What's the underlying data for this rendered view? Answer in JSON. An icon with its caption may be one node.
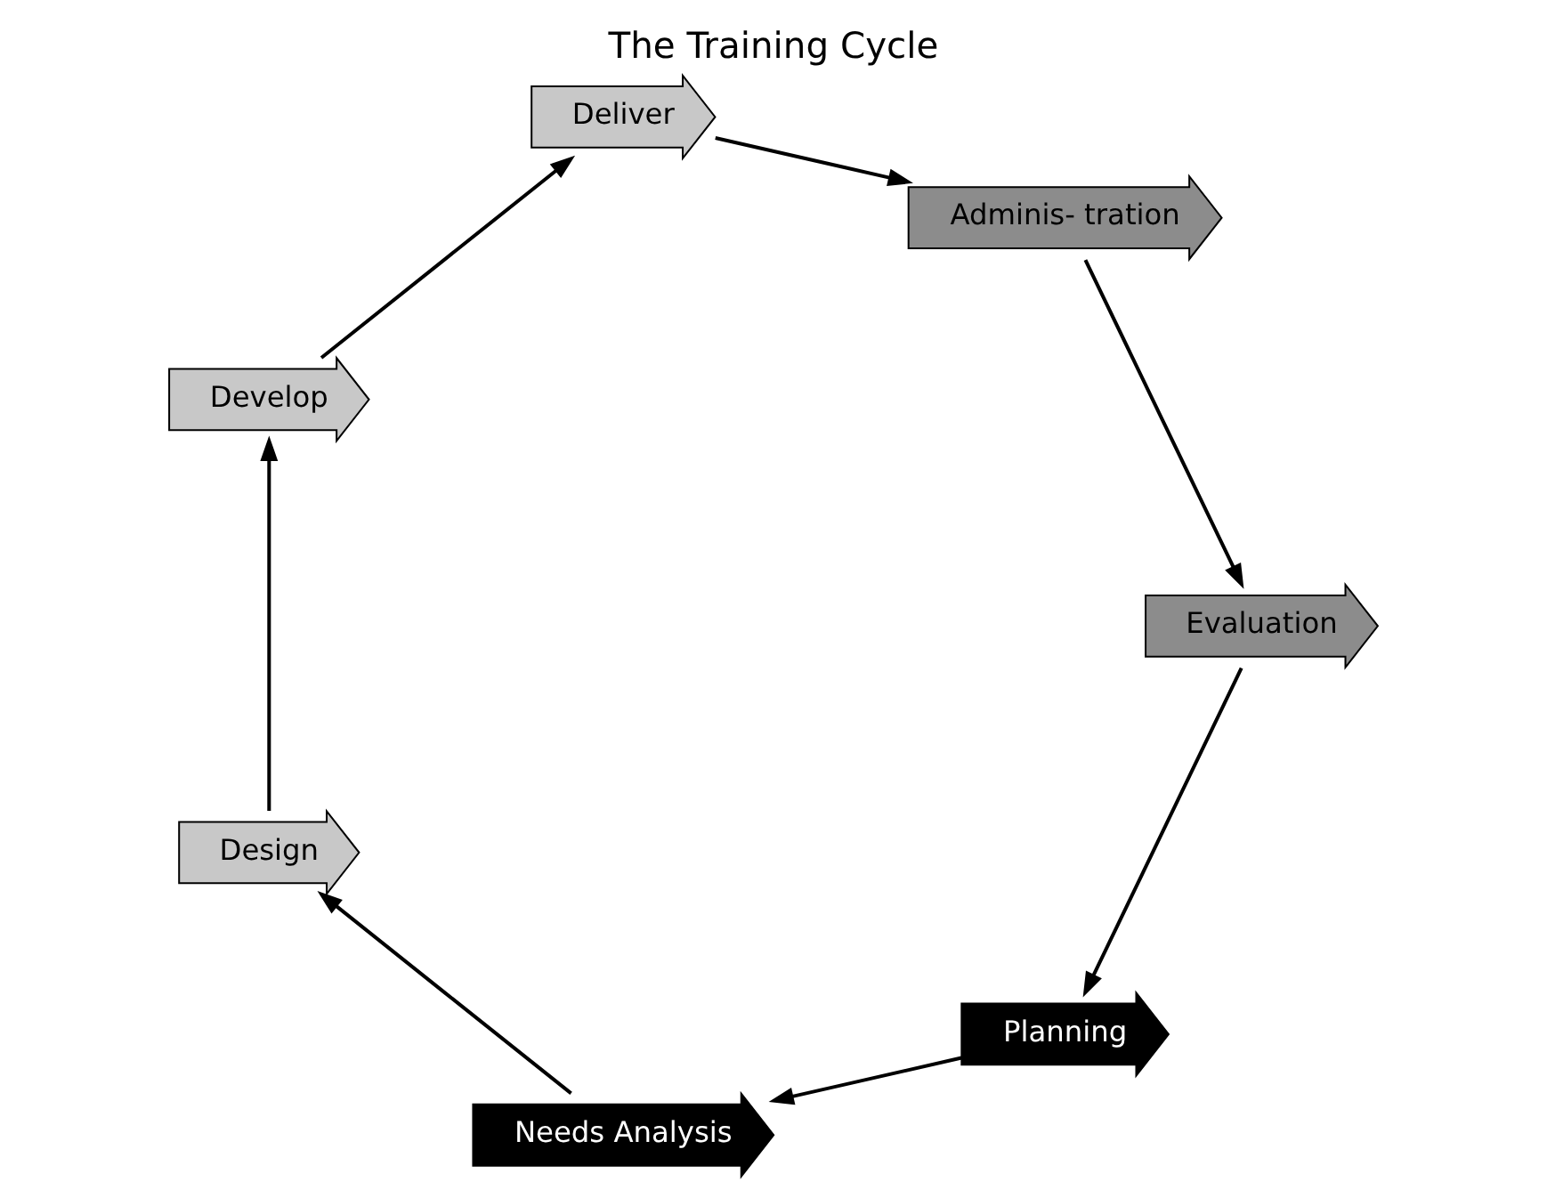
{
  "diagram": {
    "title": "The Training Cycle",
    "nodes": [
      {
        "text": [
          "Planning"
        ]
      },
      {
        "text": [
          "Needs Analysis"
        ]
      },
      {
        "text": [
          "Design"
        ]
      },
      {
        "text": [
          "Develop"
        ]
      },
      {
        "text": [
          "Deliver"
        ]
      },
      {
        "text": [
          "Adminis- tration"
        ]
      },
      {
        "text": [
          "Evaluation"
        ]
      }
    ],
    "edges": [
      {
        "from": 0,
        "to": 1,
        "arrow": "to"
      },
      {
        "from": 1,
        "to": 2,
        "arrow": "to"
      },
      {
        "from": 2,
        "to": 3,
        "arrow": "to"
      },
      {
        "from": 3,
        "to": 4,
        "arrow": "to"
      },
      {
        "from": 4,
        "to": 5,
        "arrow": "to"
      },
      {
        "from": 5,
        "to": 6,
        "arrow": "to"
      },
      {
        "from": 6,
        "to": 0,
        "arrow": "to"
      }
    ]
  }
}
